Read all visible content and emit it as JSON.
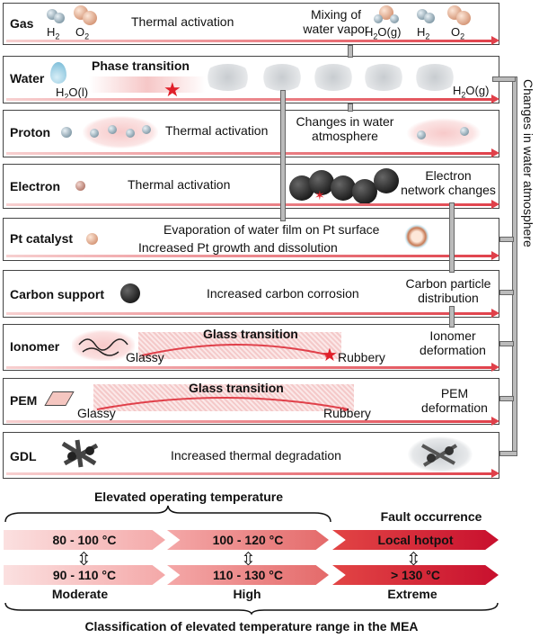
{
  "rows": {
    "gas": {
      "label": "Gas",
      "h2": "H",
      "h2sub": "2",
      "o2": "O",
      "o2sub": "2",
      "text": "Thermal activation",
      "mixing": "Mixing of\nwater vapor",
      "h2o_g": "H",
      "h2o_g_sub": "2",
      "h2o_g_tail": "O(g)"
    },
    "water": {
      "label": "Water",
      "phase": "Phase transition",
      "h2o_l": "H",
      "h2o_l_sub": "2",
      "h2o_l_tail": "O(l)",
      "h2o_g": "H",
      "h2o_g_sub": "2",
      "h2o_g_tail": "O(g)"
    },
    "proton": {
      "label": "Proton",
      "text": "Thermal activation",
      "changes": "Changes in water\natmosphere"
    },
    "electron": {
      "label": "Electron",
      "text": "Thermal activation",
      "network": "Electron\nnetwork changes"
    },
    "pt": {
      "label": "Pt catalyst",
      "text1": "Evaporation of water film on Pt surface",
      "text2": "Increased Pt growth and dissolution"
    },
    "carbon": {
      "label": "Carbon support",
      "text": "Increased carbon corrosion",
      "dist": "Carbon particle\ndistribution"
    },
    "ionomer": {
      "label": "Ionomer",
      "glass": "Glass transition",
      "glassy": "Glassy",
      "rubbery": "Rubbery",
      "deform": "Ionomer\ndeformation"
    },
    "pem": {
      "label": "PEM",
      "glass": "Glass transition",
      "glassy": "Glassy",
      "rubbery": "Rubbery",
      "deform": "PEM\ndeformation"
    },
    "gdl": {
      "label": "GDL",
      "text": "Increased thermal degradation"
    }
  },
  "side_label": "Changes in water atmosphere",
  "bottom": {
    "elevated": "Elevated operating temperature",
    "fault": "Fault occurrence",
    "top_bands": [
      "80 - 100 °C",
      "100 - 120 °C",
      "Local hotpot"
    ],
    "bottom_bands": [
      "90 - 110 °C",
      "110 - 130 °C",
      "> 130 °C"
    ],
    "levels": [
      "Moderate",
      "High",
      "Extreme"
    ],
    "caption": "Classification of elevated temperature range in the MEA"
  },
  "colors": {
    "red": "#e0404a",
    "light_red": "#f7d0d0",
    "dark_red": "#c8102e"
  }
}
